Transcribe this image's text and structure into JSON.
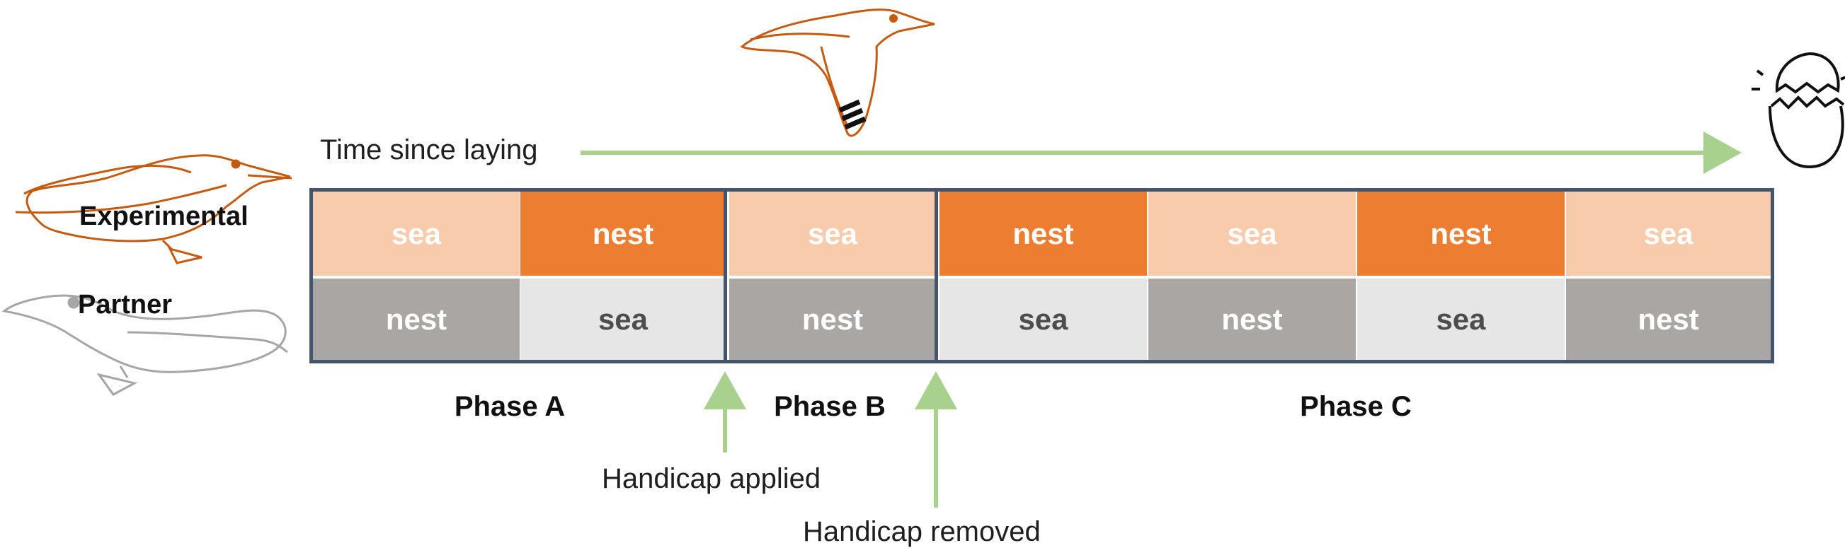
{
  "timeline": {
    "label": "Time since laying"
  },
  "rows": [
    {
      "name": "Experimental",
      "states": [
        "sea",
        "nest",
        "sea",
        "nest",
        "sea",
        "nest",
        "sea"
      ]
    },
    {
      "name": "Partner",
      "states": [
        "nest",
        "sea",
        "nest",
        "sea",
        "nest",
        "sea",
        "nest"
      ]
    }
  ],
  "phases": [
    {
      "label": "Phase A"
    },
    {
      "label": "Phase B"
    },
    {
      "label": "Phase C"
    }
  ],
  "events": [
    {
      "label": "Handicap applied"
    },
    {
      "label": "Handicap removed"
    }
  ],
  "colors": {
    "experimental_sea": "#f8cbad",
    "experimental_nest": "#ed7d31",
    "partner_nest": "#a9a6a3",
    "partner_sea": "#e7e6e6",
    "text_light": "#ffffff",
    "text_dark": "#4d4d4d",
    "arrow_green": "#a9d18e",
    "frame": "#44546a",
    "bird_orange": "#c55a11",
    "bird_grey": "#a6a6a6"
  },
  "icons": {
    "experimental_bird": "seabird-resting-orange-icon",
    "partner_bird": "seabird-resting-grey-icon",
    "flying_bird": "seabird-flying-with-handicap-icon",
    "hatching": "hatching-egg-icon"
  }
}
